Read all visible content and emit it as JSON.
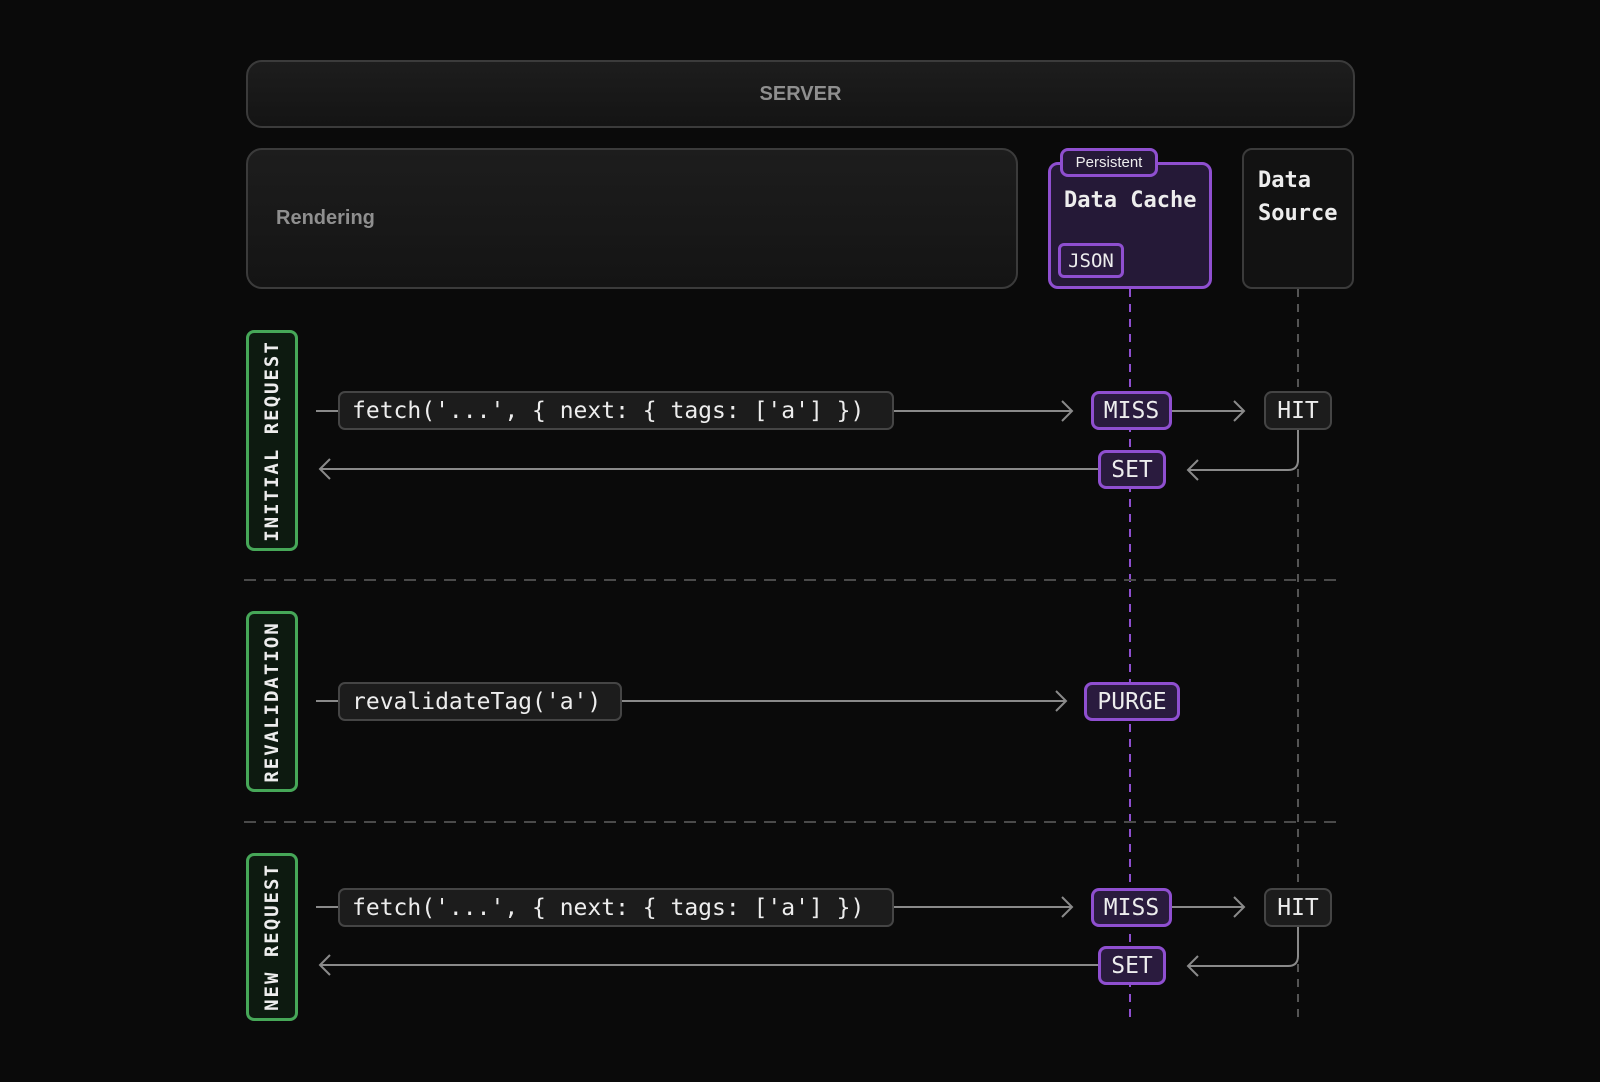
{
  "server": {
    "label": "SERVER"
  },
  "rendering": {
    "label": "Rendering"
  },
  "data_cache": {
    "badge": "Persistent",
    "title": "Data Cache",
    "chip": "JSON"
  },
  "data_source": {
    "title_line1": "Data",
    "title_line2": "Source"
  },
  "phases": {
    "initial": {
      "label": "INITIAL REQUEST",
      "call": "fetch('...', { next: { tags: ['a'] })",
      "cache_result": "MISS",
      "source_result": "HIT",
      "write_back": "SET"
    },
    "revalidation": {
      "label": "REVALIDATION",
      "call": "revalidateTag('a')",
      "cache_result": "PURGE"
    },
    "new_request": {
      "label": "NEW REQUEST",
      "call": "fetch('...', { next: { tags: ['a'] })",
      "cache_result": "MISS",
      "source_result": "HIT",
      "write_back": "SET"
    }
  },
  "colors": {
    "background": "#0a0a0a",
    "cache_purple": "#8f4fd0",
    "phase_green": "#46a758",
    "neutral_border": "#454545",
    "arrow": "#8a8a8a"
  }
}
